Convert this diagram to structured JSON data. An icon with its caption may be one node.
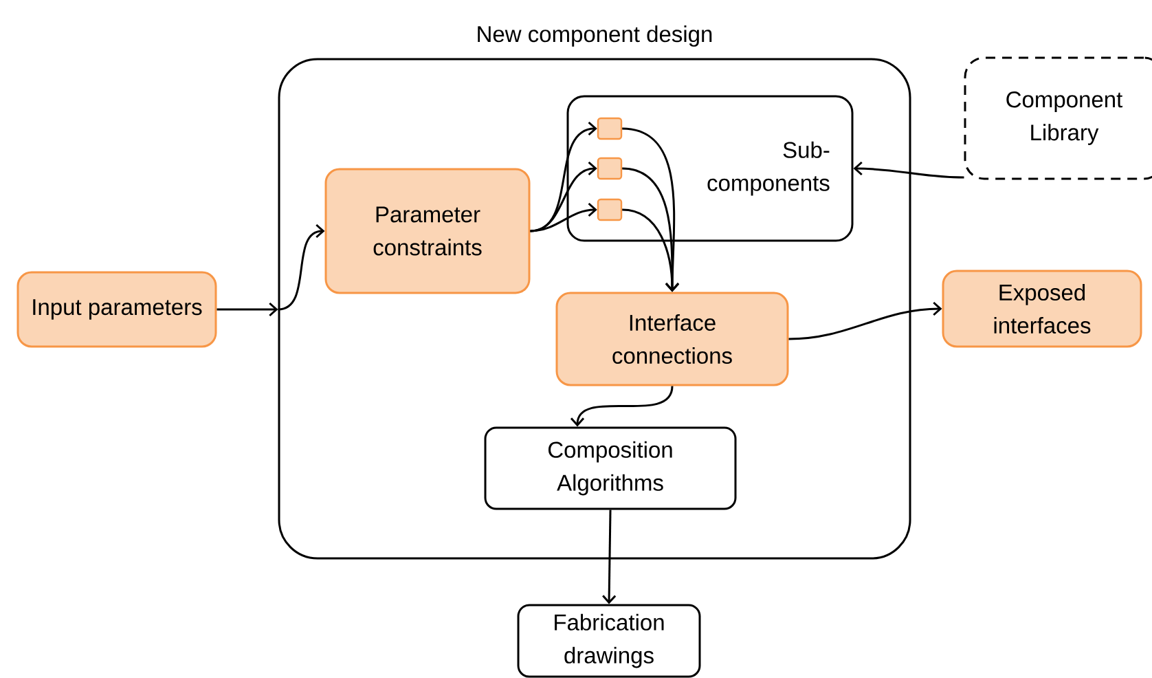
{
  "diagram": {
    "nodes": [
      {
        "text": [
          "New component design"
        ]
      },
      {
        "text": [
          "Component Library"
        ]
      },
      {
        "text": [
          "Input parameters"
        ]
      },
      {
        "text": [
          "Parameter constraints"
        ],
        "in": 0
      },
      {
        "text": [
          "Sub-components"
        ],
        "in": 0
      },
      {
        "text": [],
        "shape": "box",
        "in": 4
      },
      {
        "text": [],
        "shape": "box",
        "in": 4
      },
      {
        "text": [],
        "shape": "box",
        "in": 4
      },
      {
        "text": [
          "Interface connections"
        ],
        "in": 0
      },
      {
        "text": [
          "Exposed interfaces"
        ]
      },
      {
        "text": [
          "Composition Algorithms"
        ],
        "in": 0
      },
      {
        "text": [
          "Fabrication drawings"
        ]
      }
    ],
    "edges": [
      {
        "from": 2,
        "to": 0,
        "arrow": "to"
      },
      {
        "from": 0,
        "to": 3,
        "arrow": "to"
      },
      {
        "from": 3,
        "to": 5,
        "arrow": "to"
      },
      {
        "from": 3,
        "to": 6,
        "arrow": "to"
      },
      {
        "from": 3,
        "to": 7,
        "arrow": "to"
      },
      {
        "from": 5,
        "to": 8,
        "arrow": "to"
      },
      {
        "from": 6,
        "to": 8,
        "arrow": "to"
      },
      {
        "from": 7,
        "to": 8,
        "arrow": "to"
      },
      {
        "from": 1,
        "to": 4,
        "arrow": "to"
      },
      {
        "from": 8,
        "to": 9,
        "arrow": "to"
      },
      {
        "from": 8,
        "to": 10,
        "arrow": "to"
      },
      {
        "from": 10,
        "to": 11,
        "arrow": "to"
      }
    ]
  }
}
